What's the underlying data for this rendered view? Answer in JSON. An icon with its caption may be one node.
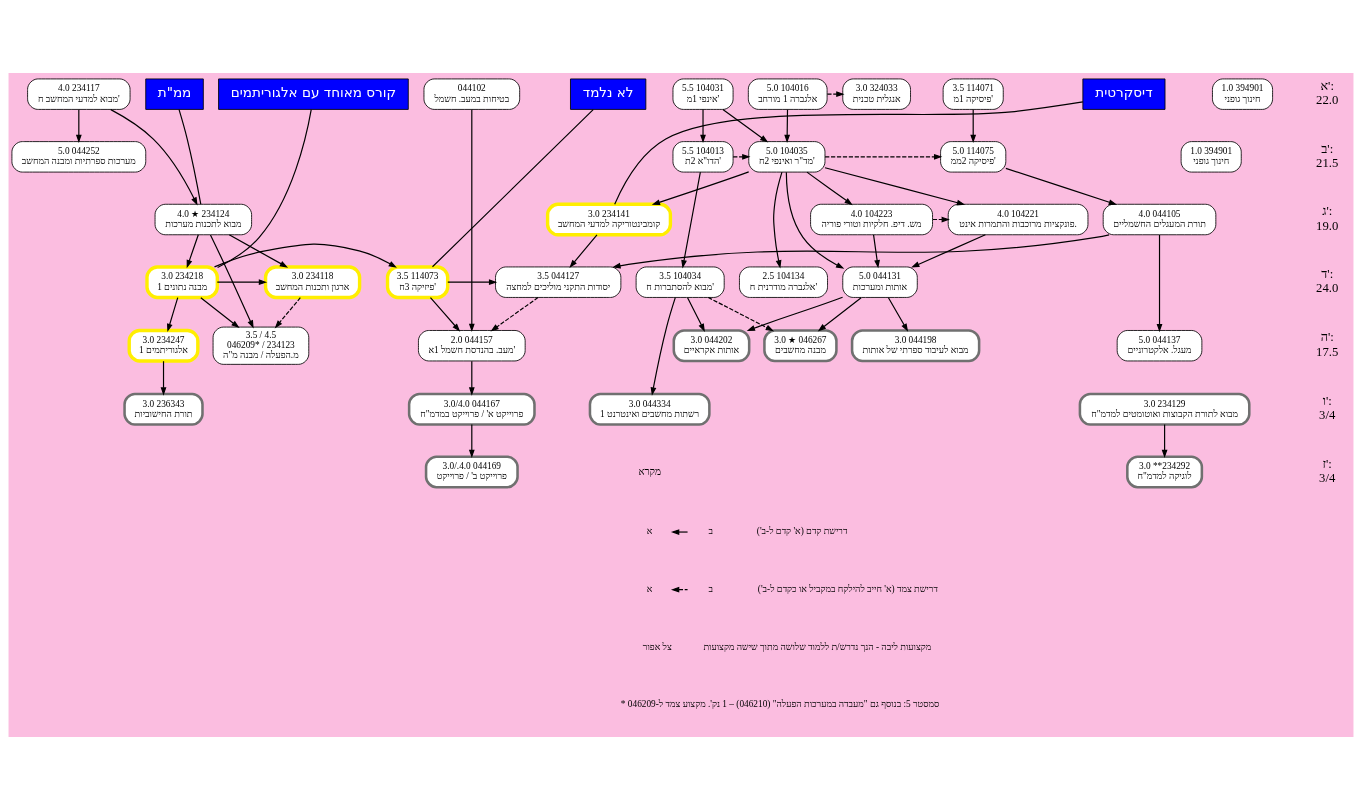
{
  "diagram": {
    "nodes": [
      {
        "text": [
          "4.0 234117",
          "מבוא למדעי המחשב ח'"
        ]
      },
      {
        "text": [
          "3.5 114071",
          "פיסיקה 1מ'"
        ]
      },
      {
        "text": [
          "5.0 104016",
          "אלגברה 1 מורחב"
        ]
      },
      {
        "text": [
          "3.0 324033",
          "אנגלית טכנית"
        ]
      },
      {
        "text": [
          "5.5 104031",
          "אינפי 1מ'"
        ]
      },
      {
        "text": [
          "1.0 394901",
          "חינוך גופני"
        ]
      },
      {
        "text": [
          "044102",
          "בטיחות במעב. חשמל"
        ]
      },
      {
        "text": [
          "5.0 044252",
          "מערכות ספרתיות ומבנה המחשב"
        ]
      },
      {
        "text": [
          "5.0 114075",
          "פיסיקה 2ממ'"
        ]
      },
      {
        "text": [
          "5.0 104035",
          "מד\"ר ואינפי 2ח'"
        ]
      },
      {
        "text": [
          "5.5 104013",
          "הדו\"א 2ת'"
        ]
      },
      {
        "text": [
          "1.0 394901",
          "חינוך גופני"
        ]
      },
      {
        "text": [
          "4.0 ★ 234124",
          "מבוא לתכנות מערכות"
        ]
      },
      {
        "text": [
          "4.0 044105",
          "תורת המעגלים החשמליים"
        ]
      },
      {
        "text": [
          "3.0 234141",
          "קומבינטוריקה למדעי המחשב"
        ]
      },
      {
        "text": [
          "4.0 104221",
          "פונקציות מרוכבות והתמרות אינט."
        ]
      },
      {
        "text": [
          "4.0 104223",
          "מש. דיפ. חלקיות וטורי פוריה"
        ]
      },
      {
        "text": [
          "3.0 234118",
          "ארגון ותכנות המחשב"
        ]
      },
      {
        "text": [
          "3.0 234218",
          "מבנה נתונים 1"
        ]
      },
      {
        "text": [
          "3.5 114073",
          "פיזיקה 3ח'"
        ]
      },
      {
        "text": [
          "3.5 044127",
          "יסודות התקני מוליכים למחצה"
        ]
      },
      {
        "text": [
          "2.5 104134",
          "אלגברה מודרנית ח'"
        ]
      },
      {
        "text": [
          "3.5 104034",
          "מבוא להסתברות ח'"
        ]
      },
      {
        "text": [
          "5.0 044131",
          "אותות ומערכות"
        ]
      },
      {
        "text": [
          "3.0 234247",
          "אלגוריתמים 1"
        ]
      },
      {
        "text": [
          "3.5 / 4.5",
          "046209* / 234123",
          "מ.הפעלה / מבנה מ\"ה"
        ]
      },
      {
        "text": [
          "5.0 044137",
          "מעגל. אלקטרוניים"
        ]
      },
      {
        "text": [
          "2.0 044157",
          "מעב. בהנדסת חשמל 1א'"
        ]
      },
      {
        "text": [
          "3.0 044198",
          "מבוא לעיבוד ספרתי של אותות"
        ]
      },
      {
        "text": [
          "3.0 ★ 046267",
          "מבנה מחשבים"
        ]
      },
      {
        "text": [
          "3.0 044202",
          "אותות אקראיים"
        ]
      },
      {
        "text": [
          "3.0 236343",
          "תורת החישוביות"
        ]
      },
      {
        "text": [
          "3.0 234129",
          "מבוא לתורת הקבוצות ואוטומטים למדמ\"ח"
        ]
      },
      {
        "text": [
          "3.0/4.0 044167",
          "פרוייקט א' / פרוייקט במדמ\"ח"
        ]
      },
      {
        "text": [
          "3.0 044334",
          "רשתות מחשבים ואינטרנט 1"
        ]
      },
      {
        "text": [
          "3.0 **234292",
          "לוגיקה למדמ\"ח"
        ]
      },
      {
        "text": [
          "3.0/.4.0 044169",
          "פרוייקט ב' / פרוייקט"
        ]
      },
      {
        "text": [
          "ממ\"ת"
        ]
      },
      {
        "text": [
          "קורס מאוחד עם אלגוריתמים"
        ]
      },
      {
        "text": [
          "דיסקרטית"
        ]
      },
      {
        "text": [
          "לא נלמד"
        ]
      }
    ],
    "edges": [
      {
        "from": 2,
        "to": 3,
        "arrow": "to",
        "style": "dashed"
      },
      {
        "from": 0,
        "to": 7,
        "arrow": "to"
      },
      {
        "from": 1,
        "to": 8,
        "arrow": "to"
      },
      {
        "from": 2,
        "to": 9,
        "arrow": "to"
      },
      {
        "from": 4,
        "to": 9,
        "arrow": "to"
      },
      {
        "from": 4,
        "to": 10,
        "arrow": "to"
      },
      {
        "from": 10,
        "to": 9,
        "arrow": "to",
        "style": "dashed"
      },
      {
        "from": 9,
        "to": 8,
        "arrow": "to",
        "style": "dashed"
      },
      {
        "from": 0,
        "to": 12,
        "arrow": "to"
      },
      {
        "from": 9,
        "to": 14,
        "arrow": "to"
      },
      {
        "from": 9,
        "to": 15,
        "arrow": "to"
      },
      {
        "from": 9,
        "to": 16,
        "arrow": "to"
      },
      {
        "from": 16,
        "to": 15,
        "arrow": "to",
        "style": "dashed"
      },
      {
        "from": 10,
        "to": 22,
        "arrow": "to"
      },
      {
        "from": 9,
        "to": 21,
        "arrow": "to"
      },
      {
        "from": 8,
        "to": 13,
        "arrow": "to"
      },
      {
        "from": 12,
        "to": 17,
        "arrow": "to"
      },
      {
        "from": 12,
        "to": 18,
        "arrow": "to"
      },
      {
        "from": 18,
        "to": 17,
        "arrow": "to"
      },
      {
        "from": 18,
        "to": 19,
        "arrow": "to"
      },
      {
        "from": 13,
        "to": 20,
        "arrow": "to"
      },
      {
        "from": 19,
        "to": 20,
        "arrow": "to"
      },
      {
        "from": 14,
        "to": 20,
        "arrow": "to"
      },
      {
        "from": 15,
        "to": 23,
        "arrow": "to"
      },
      {
        "from": 16,
        "to": 23,
        "arrow": "to"
      },
      {
        "from": 9,
        "to": 23,
        "arrow": "to"
      },
      {
        "from": 18,
        "to": 24,
        "arrow": "to"
      },
      {
        "from": 17,
        "to": 25,
        "arrow": "to",
        "style": "dashed"
      },
      {
        "from": 12,
        "to": 25,
        "arrow": "to"
      },
      {
        "from": 18,
        "to": 25,
        "arrow": "to"
      },
      {
        "from": 13,
        "to": 26,
        "arrow": "to"
      },
      {
        "from": 19,
        "to": 27,
        "arrow": "to"
      },
      {
        "from": 6,
        "to": 27,
        "arrow": "to"
      },
      {
        "from": 20,
        "to": 27,
        "arrow": "to",
        "style": "dashed"
      },
      {
        "from": 23,
        "to": 28,
        "arrow": "to"
      },
      {
        "from": 22,
        "to": 29,
        "arrow": "to",
        "style": "dashed"
      },
      {
        "from": 23,
        "to": 29,
        "arrow": "to"
      },
      {
        "from": 22,
        "to": 30,
        "arrow": "to"
      },
      {
        "from": 23,
        "to": 30,
        "arrow": "to"
      },
      {
        "from": 22,
        "to": 34,
        "arrow": "to"
      },
      {
        "from": 24,
        "to": 31,
        "arrow": "to"
      },
      {
        "from": 32,
        "to": 35,
        "arrow": "to"
      },
      {
        "from": 33,
        "to": 36,
        "arrow": "to"
      },
      {
        "from": 27,
        "to": 33,
        "arrow": "to"
      },
      {
        "from": 37,
        "to": 12,
        "arrow": "none"
      },
      {
        "from": 38,
        "to": 18,
        "arrow": "none"
      },
      {
        "from": 39,
        "to": 14,
        "arrow": "none"
      },
      {
        "from": 40,
        "to": 19,
        "arrow": "none"
      }
    ],
    "labels": [
      "א':",
      "22.0",
      "ב':",
      "21.5",
      "ג':",
      "19.0",
      "ד':",
      "24.0",
      "ה':",
      "17.5",
      "ו':",
      "3/4",
      "ז':",
      "3/4",
      "מקרא",
      "א",
      "ב",
      "א",
      "ב",
      "צל אפור",
      "מקצועות ליבה - הנך נדרש/ת ללמוד שלושה מתוך שישה מקצועות",
      "* סמסטר 5: בנוסף גם \"מעבדה במערכות הפעלה\" (046210) – 1 נק'. מקצוע צמד ל-046209"
    ],
    "legend": [
      {
        "text": "דרישת קדם (א' קדם ל-ב')"
      },
      {
        "text": "דרישת צמד (א' חייב להילקח במקביל או כקדם ל-ב')"
      }
    ]
  }
}
